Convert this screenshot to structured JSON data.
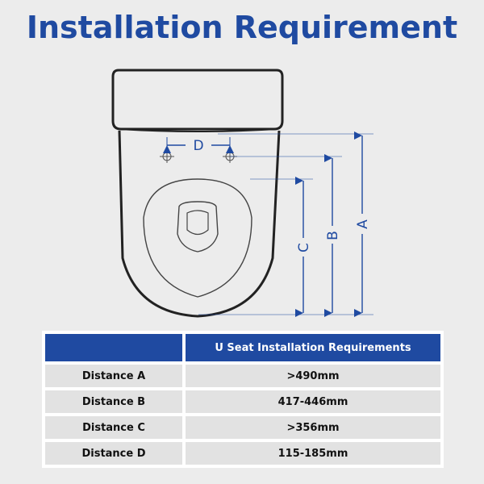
{
  "title": "Installation Requirement",
  "diagram": {
    "labels": {
      "a": "A",
      "b": "B",
      "c": "C",
      "d": "D"
    }
  },
  "table": {
    "header": [
      "",
      "U Seat Installation Requirements"
    ],
    "rows": [
      {
        "label": "Distance A",
        "value": ">490mm"
      },
      {
        "label": "Distance B",
        "value": "417-446mm"
      },
      {
        "label": "Distance C",
        "value": ">356mm"
      },
      {
        "label": "Distance D",
        "value": "115-185mm"
      }
    ]
  },
  "colors": {
    "brand_blue": "#1f4aa1",
    "background": "#ececec",
    "row_grey": "#e2e2e2"
  }
}
